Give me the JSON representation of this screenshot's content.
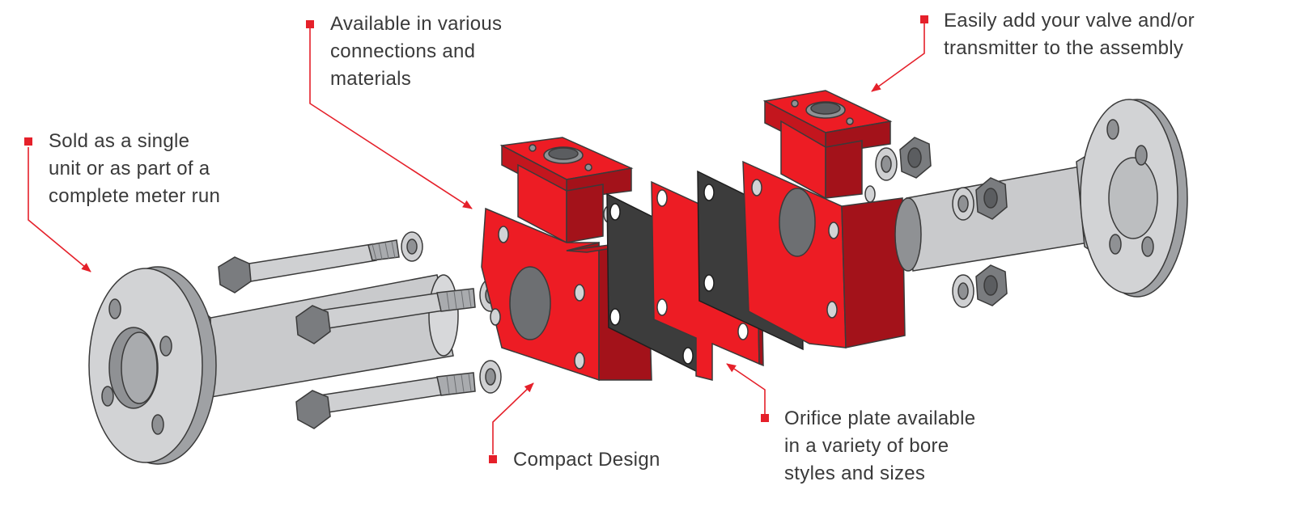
{
  "colors": {
    "accent": "#e5202a",
    "body_red": "#ed1c24",
    "body_red_dark": "#a3121a",
    "steel_light": "#d2d3d5",
    "steel_mid": "#a9abae",
    "gasket_dark": "#3c3c3c",
    "text": "#3a3a3a"
  },
  "callouts": {
    "sold": {
      "lines": [
        "Sold as a single",
        "unit or as part of a",
        "complete meter run"
      ]
    },
    "available": {
      "lines": [
        "Available in various",
        "connections and",
        "materials"
      ]
    },
    "easily": {
      "lines": [
        "Easily add your valve and/or",
        "transmitter to the assembly"
      ]
    },
    "compact": {
      "lines": [
        "Compact Design"
      ]
    },
    "orifice": {
      "lines": [
        "Orifice plate available",
        "in a variety of bore",
        "styles and sizes"
      ]
    }
  },
  "components": [
    {
      "name": "left-flange-pipe-spool"
    },
    {
      "name": "stud-bolt"
    },
    {
      "name": "washer"
    },
    {
      "name": "upstream-flange-body"
    },
    {
      "name": "gasket"
    },
    {
      "name": "orifice-plate"
    },
    {
      "name": "downstream-flange-body"
    },
    {
      "name": "hex-nut"
    },
    {
      "name": "right-flange-pipe-spool"
    }
  ]
}
